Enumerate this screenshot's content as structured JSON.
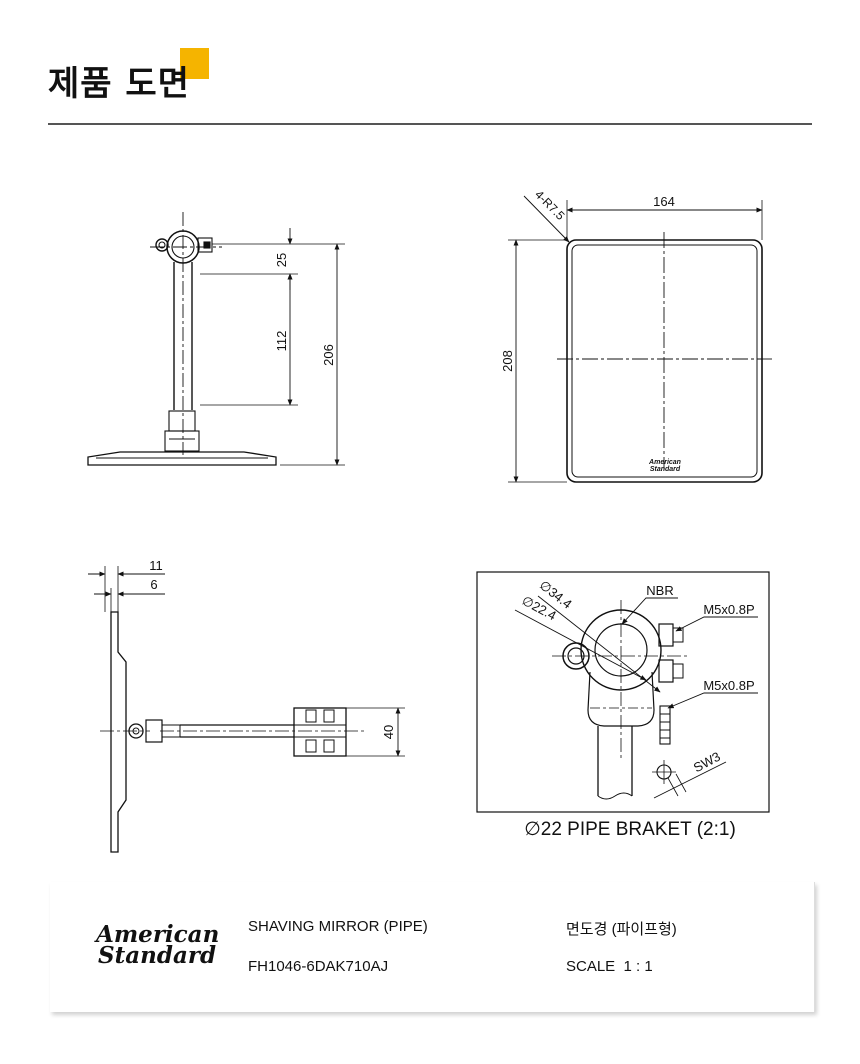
{
  "header": {
    "title": "제품 도면",
    "accent_color": "#f5b400"
  },
  "side_view": {
    "dim_25": "25",
    "dim_112": "112",
    "dim_206": "206"
  },
  "front_view": {
    "dim_164": "164",
    "dim_208": "208",
    "radius_note": "4-R7.5",
    "logo_line1": "American",
    "logo_line2": "Standard"
  },
  "top_view": {
    "dim_11": "11",
    "dim_6": "6",
    "dim_40": "40"
  },
  "detail": {
    "d34": "∅34.4",
    "d22": "∅22.4",
    "nbr": "NBR",
    "m5_top": "M5x0.8P",
    "m5_bottom": "M5x0.8P",
    "sw3": "SW3",
    "caption": "∅22 PIPE BRAKET (2:1)"
  },
  "title_block": {
    "logo_line1": "American",
    "logo_line2": "Standard",
    "product_name": "SHAVING MIRROR (PIPE)",
    "model": "FH1046-6DAK710AJ",
    "type": "면도경 (파이프형)",
    "scale": "SCALE  1 : 1"
  }
}
